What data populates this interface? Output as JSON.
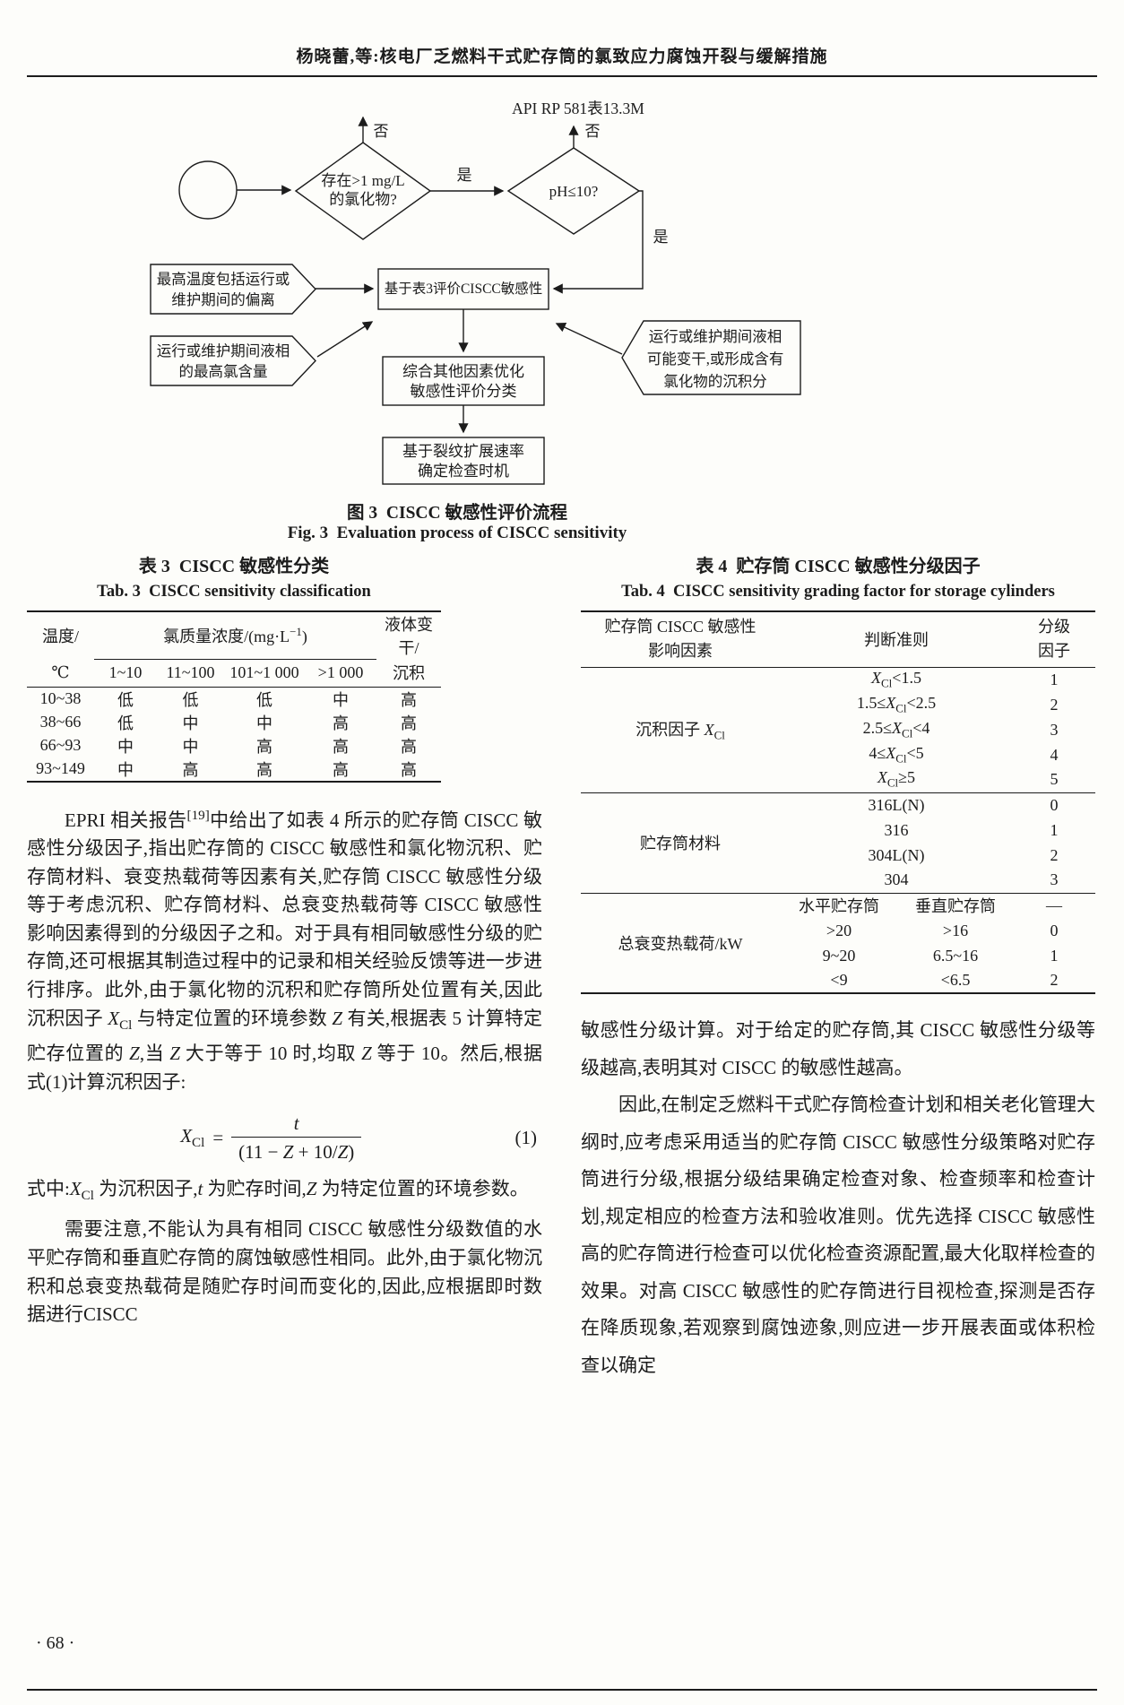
{
  "page": {
    "header": "杨晓蕾,等:核电厂乏燃料干式贮存筒的氯致应力腐蚀开裂与缓解措施",
    "page_number": "· 68 ·"
  },
  "flowchart": {
    "api_ref": "API RP 581表13.3M",
    "decision1_l1": "存在>1 mg/L",
    "decision1_l2": "的氯化物?",
    "decision2": "pH≤10?",
    "no1": "否",
    "yes1": "是",
    "no2": "否",
    "yes2": "是",
    "box1": "基于表3评价CISCC敏感性",
    "box2_l1": "综合其他因素优化",
    "box2_l2": "敏感性评价分类",
    "box3_l1": "基于裂纹扩展速率",
    "box3_l2": "确定检查时机",
    "noteL1_l1": "最高温度包括运行或",
    "noteL1_l2": "维护期间的偏离",
    "noteL2_l1": "运行或维护期间液相",
    "noteL2_l2": "的最高氯含量",
    "noteR_l1": "运行或维护期间液相",
    "noteR_l2": "可能变干,或形成含有",
    "noteR_l3": "氯化物的沉积分",
    "caption_zh": "图 3  CISCC 敏感性评价流程",
    "caption_en": "Fig. 3  Evaluation process of CISCC sensitivity"
  },
  "table3": {
    "caption_zh": "表 3  CISCC 敏感性分类",
    "caption_en": "Tab. 3  CISCC sensitivity classification",
    "h_temp1": "温度/",
    "h_temp2": "℃",
    "h_chloride": "氯质量浓度/(mg·L<sup>−1</sup>)",
    "h_dry1": "液体变干/",
    "h_dry2": "沉积",
    "sub_cols": [
      "1~10",
      "11~100",
      "101~1 000",
      ">1 000"
    ],
    "rows": [
      {
        "temp": "10~38",
        "values": [
          "低",
          "低",
          "低",
          "中",
          "高"
        ]
      },
      {
        "temp": "38~66",
        "values": [
          "低",
          "中",
          "中",
          "高",
          "高"
        ]
      },
      {
        "temp": "66~93",
        "values": [
          "中",
          "中",
          "高",
          "高",
          "高"
        ]
      },
      {
        "temp": "93~149",
        "values": [
          "中",
          "高",
          "高",
          "高",
          "高"
        ]
      }
    ]
  },
  "table4": {
    "caption_zh": "表 4  贮存筒 CISCC 敏感性分级因子",
    "caption_en": "Tab. 4  CISCC sensitivity grading factor for storage cylinders",
    "h_factor1": "贮存筒 CISCC 敏感性",
    "h_factor2": "影响因素",
    "h_criterion": "判断准则",
    "h_grade1": "分级",
    "h_grade2": "因子",
    "s1": {
      "label": "沉积因子 <i>X</i><sub>Cl</sub>",
      "rows": [
        {
          "crit": "<i>X</i><sub>Cl</sub>&lt;1.5",
          "grade": "1"
        },
        {
          "crit": "1.5≤<i>X</i><sub>Cl</sub>&lt;2.5",
          "grade": "2"
        },
        {
          "crit": "2.5≤<i>X</i><sub>Cl</sub>&lt;4",
          "grade": "3"
        },
        {
          "crit": "4≤<i>X</i><sub>Cl</sub>&lt;5",
          "grade": "4"
        },
        {
          "crit": "<i>X</i><sub>Cl</sub>≥5",
          "grade": "5"
        }
      ]
    },
    "s2": {
      "label": "贮存筒材料",
      "rows": [
        {
          "crit": "316L(N)",
          "grade": "0"
        },
        {
          "crit": "316",
          "grade": "1"
        },
        {
          "crit": "304L(N)",
          "grade": "2"
        },
        {
          "crit": "304",
          "grade": "3"
        }
      ]
    },
    "s3": {
      "label": "总衰变热载荷/kW",
      "sub": {
        "h": "水平贮存筒",
        "v": "垂直贮存筒",
        "g": "—"
      },
      "rows": [
        {
          "h": ">20",
          "v": ">16",
          "g": "0"
        },
        {
          "h": "9~20",
          "v": "6.5~16",
          "g": "1"
        },
        {
          "h": "<9",
          "v": "<6.5",
          "g": "2"
        }
      ]
    }
  },
  "left_col": {
    "para1": "EPRI 相关报告<sup>[19]</sup>中给出了如表 4 所示的贮存筒 CISCC 敏感性分级因子,指出贮存筒的 CISCC 敏感性和氯化物沉积、贮存筒材料、衰变热载荷等因素有关,贮存筒 CISCC 敏感性分级等于考虑沉积、贮存筒材料、总衰变热载荷等 CISCC 敏感性影响因素得到的分级因子之和。对于具有相同敏感性分级的贮存筒,还可根据其制造过程中的记录和相关经验反馈等进一步进行排序。此外,由于氯化物的沉积和贮存筒所处位置有关,因此沉积因子 <i>X</i><sub>Cl</sub> 与特定位置的环境参数 <i>Z</i> 有关,根据表 5 计算特定贮存位置的 <i>Z</i>,当 <i>Z</i> 大于等于 10 时,均取 <i>Z</i> 等于 10。然后,根据式(1)计算沉积因子:",
    "para2": "式中:<i>X</i><sub>Cl</sub> 为沉积因子,<i>t</i> 为贮存时间,<i>Z</i> 为特定位置的环境参数。",
    "para3": "需要注意,不能认为具有相同 CISCC 敏感性分级数值的水平贮存筒和垂直贮存筒的腐蚀敏感性相同。此外,由于氯化物沉积和总衰变热载荷是随贮存时间而变化的,因此,应根据即时数据进行CISCC"
  },
  "equation": {
    "lhs": "X",
    "lhs_sub": "Cl",
    "eq_sign": "=",
    "num": "<i>t</i>",
    "den": "(11 − <i>Z</i> + 10/<i>Z</i>)",
    "number": "(1)"
  },
  "right_col": {
    "para1": "敏感性分级计算。对于给定的贮存筒,其 CISCC 敏感性分级等级越高,表明其对 CISCC 的敏感性越高。",
    "para2": "因此,在制定乏燃料干式贮存筒检查计划和相关老化管理大纲时,应考虑采用适当的贮存筒 CISCC 敏感性分级策略对贮存筒进行分级,根据分级结果确定检查对象、检查频率和检查计划,规定相应的检查方法和验收准则。优先选择 CISCC 敏感性高的贮存筒进行检查可以优化检查资源配置,最大化取样检查的效果。对高 CISCC 敏感性的贮存筒进行目视检查,探测是否存在降质现象,若观察到腐蚀迹象,则应进一步开展表面或体积检查以确定"
  }
}
